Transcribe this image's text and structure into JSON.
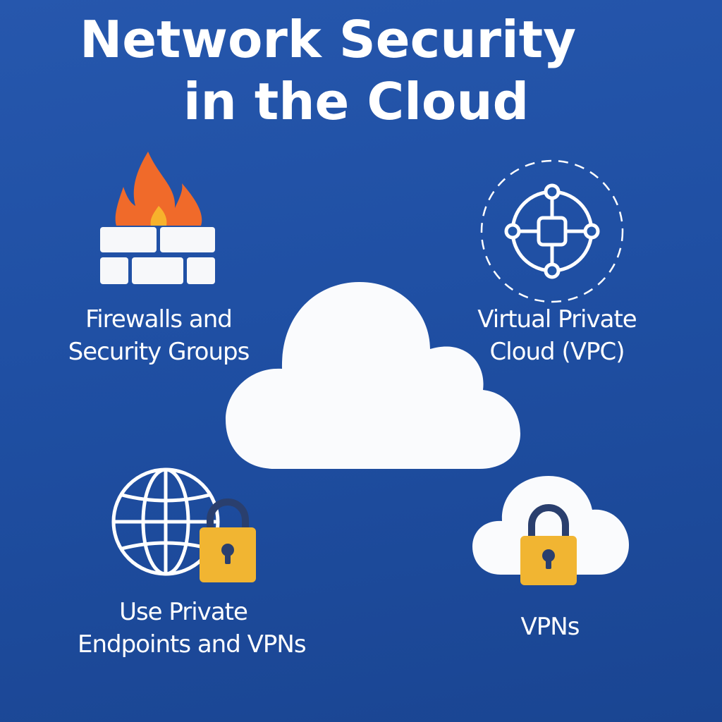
{
  "title": {
    "line1": "Network Security",
    "line2": "in the Cloud"
  },
  "items": [
    {
      "icon": "firewall-icon",
      "line1": "Firewalls and",
      "line2": "Security Groups"
    },
    {
      "icon": "vpc-network-icon",
      "line1": "Virtual Private",
      "line2": "Cloud (VPC)"
    },
    {
      "icon": "globe-lock-icon",
      "line1": "Use Private",
      "line2": "Endpoints and VPNs"
    },
    {
      "icon": "cloud-lock-icon",
      "line1": "VPNs"
    }
  ],
  "center_icon": "cloud-icon",
  "colors": {
    "background": "#2053a8",
    "flame_orange": "#f06a2a",
    "flame_yellow": "#f7b22c",
    "lock_gold": "#f1b532",
    "white": "#ffffff"
  }
}
